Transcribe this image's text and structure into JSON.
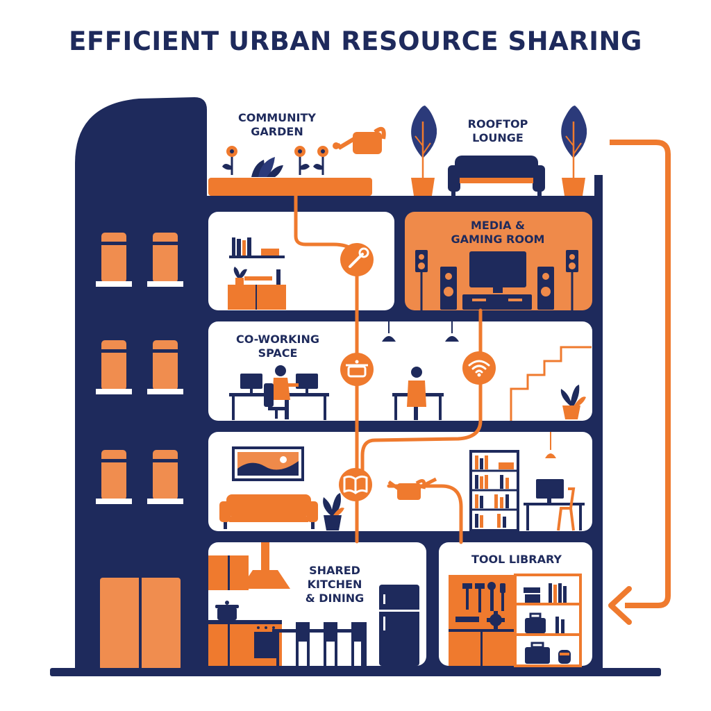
{
  "title": "EFFICIENT URBAN RESOURCE SHARING",
  "colors": {
    "navy": "#1e2a5c",
    "orange": "#ef7a2e",
    "light_orange": "#f08d4f",
    "background": "#ffffff"
  },
  "labels": {
    "community_garden": "COMMUNITY\nGARDEN",
    "rooftop_lounge": "ROOFTOP\nLOUNGE",
    "media_gaming_room": "MEDIA &\nGAMING ROOM",
    "co_working_space": "CO-WORKING\nSPACE",
    "shared_kitchen": "SHARED\nKITCHEN\n& DINING",
    "tool_library": "TOOL LIBRARY"
  },
  "icons": {
    "hub_1": "wrench-icon",
    "hub_2": "cooking-pot-icon",
    "hub_3": "wifi-icon",
    "hub_4": "open-book-icon",
    "flow": "arrow-down-left-icon"
  }
}
